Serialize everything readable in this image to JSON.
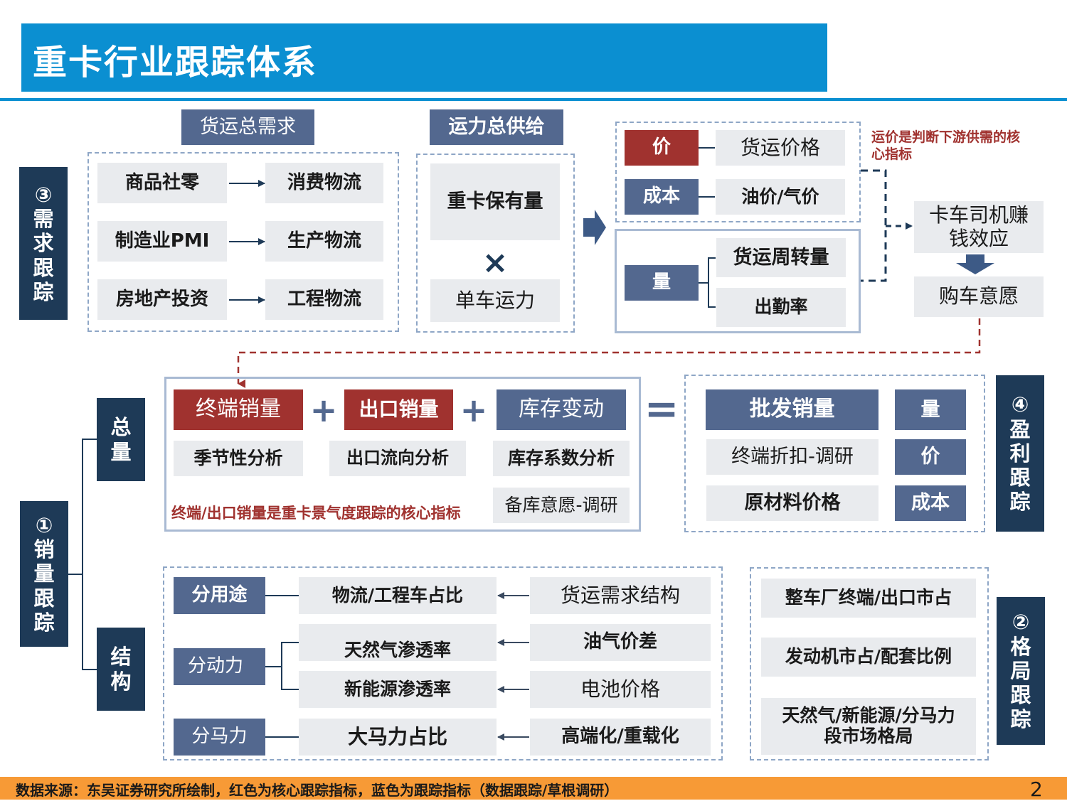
{
  "title": "重卡行业跟踪体系",
  "section_labels": {
    "demand": "③需求跟踪",
    "sales": "①销量跟踪",
    "profit": "④盈利跟踪",
    "structure": "②格局跟踪",
    "total": "总量",
    "structure_group": "结构"
  },
  "demand": {
    "header": "货运总需求",
    "rows": [
      {
        "left": "商品社零",
        "right": "消费物流"
      },
      {
        "left": "制造业PMI",
        "right": "生产物流"
      },
      {
        "left": "房地产投资",
        "right": "工程物流"
      }
    ]
  },
  "supply": {
    "header": "运力总供给",
    "top": "重卡保有量",
    "op": "×",
    "bottom": "单车运力"
  },
  "price_block": {
    "price_label": "价",
    "price_value": "货运价格",
    "cost_label": "成本",
    "cost_value": "油价/气价",
    "volume_label": "量",
    "volume_items": [
      "货运周转量",
      "出勤率"
    ],
    "note": "运价是判断下游供需的核心指标"
  },
  "driver": {
    "effect": "卡车司机赚钱效应",
    "intent": "购车意愿"
  },
  "sales": {
    "terms": [
      "终端销量",
      "出口销量",
      "库存变动"
    ],
    "plus": "+",
    "equals": "=",
    "analyses": [
      "季节性分析",
      "出口流向分析",
      "库存系数分析"
    ],
    "stock_survey": "备库意愿-调研",
    "note": "终端/出口销量是重卡景气度跟踪的核心指标"
  },
  "profit": {
    "wholesale": "批发销量",
    "discount": "终端折扣-调研",
    "raw_material": "原材料价格",
    "tags": [
      "量",
      "价",
      "成本"
    ]
  },
  "structure": {
    "rows": [
      {
        "label": "分用途",
        "metric": "物流/工程车占比",
        "driver": "货运需求结构"
      },
      {
        "label": "分动力",
        "metric": "天然气渗透率",
        "driver": "油气价差"
      },
      {
        "label": "",
        "metric": "新能源渗透率",
        "driver": "电池价格"
      },
      {
        "label": "分马力",
        "metric": "大马力占比",
        "driver": "高端化/重载化"
      }
    ]
  },
  "landscape": {
    "items": [
      "整车厂终端/出口市占",
      "发动机市占/配套比例",
      "天然气/新能源/分马力段市场格局"
    ]
  },
  "footer": {
    "source": "数据来源：东吴证券研究所绘制，红色为核心跟踪指标，蓝色为跟踪指标（数据跟踪/草根调研）",
    "page": "2"
  },
  "colors": {
    "title_bar": "#0b8fd1",
    "navy": "#53688f",
    "red": "#a0322f",
    "dark": "#1e3a57",
    "footer": "#f79a36"
  }
}
